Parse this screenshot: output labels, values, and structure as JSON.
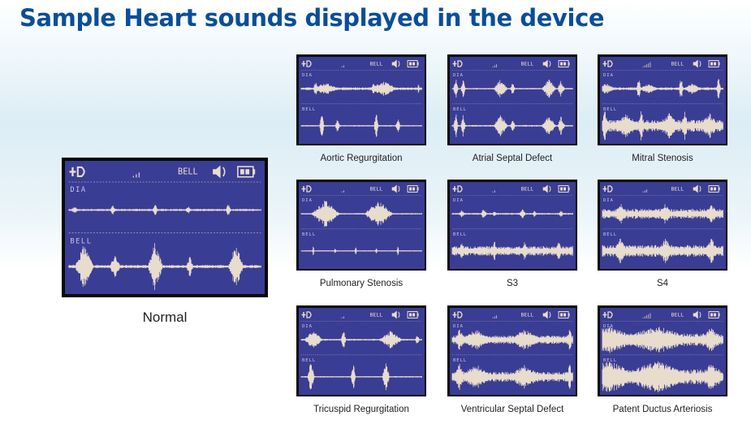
{
  "page": {
    "title": "Sample Heart sounds displayed in the device"
  },
  "device_labels": {
    "mode": "BELL",
    "channel_top": "DIA",
    "channel_bottom": "BELL",
    "logo_icon": "heart-plus-icon",
    "speaker_icon": "speaker-icon",
    "battery_icon": "battery-icon"
  },
  "colors": {
    "title": "#0a4e99",
    "screen": "#3a3d94",
    "trace": "#e8dccc",
    "text": "#c9c5e6"
  },
  "normal": {
    "caption": "Normal"
  },
  "samples": [
    {
      "caption": "Aortic Regurgitation",
      "top": "regurg",
      "bottom": "narrow",
      "signal": "weak"
    },
    {
      "caption": "Atrial Septal Defect",
      "top": "split",
      "bottom": "split",
      "signal": "medium"
    },
    {
      "caption": "Mitral Stenosis",
      "top": "stenosis",
      "bottom": "dense",
      "signal": "full"
    },
    {
      "caption": "Pulmonary Stenosis",
      "top": "blobs",
      "bottom": "flat",
      "signal": "weak"
    },
    {
      "caption": "S3",
      "top": "s3",
      "bottom": "s3noise",
      "signal": "weak"
    },
    {
      "caption": "S4",
      "top": "noisy",
      "bottom": "noisy",
      "signal": "medium"
    },
    {
      "caption": "Tricuspid Regurgitation",
      "top": "tri",
      "bottom": "tall",
      "signal": "weak"
    },
    {
      "caption": "Ventricular Septal Defect",
      "top": "vsd",
      "bottom": "vsd",
      "signal": "medium"
    },
    {
      "caption": "Patent Ductus Arteriosis",
      "top": "pda",
      "bottom": "pda",
      "signal": "full"
    }
  ]
}
